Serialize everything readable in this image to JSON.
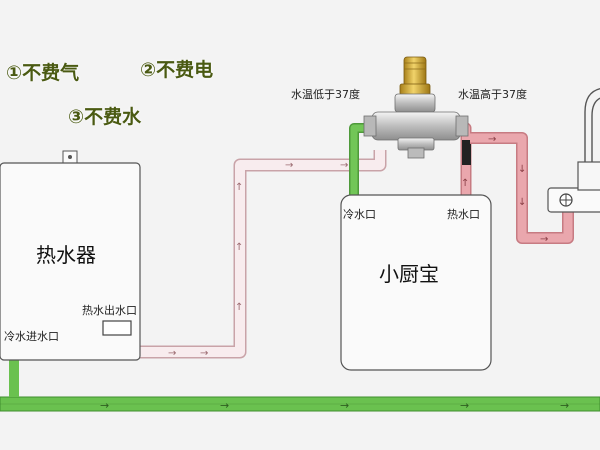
{
  "benefits": [
    "①不费气",
    "②不费电",
    "③不费水"
  ],
  "heater": {
    "title": "热水器",
    "outlet_label": "热水出水口",
    "inlet_label": "冷水进水口"
  },
  "kitchen": {
    "title": "小厨宝",
    "cold_inlet_label": "冷水口",
    "hot_outlet_label": "热水口"
  },
  "valve": {
    "low_label": "水温低于37度",
    "high_label": "水温高于37度"
  },
  "colors": {
    "cold_pipe": "#6ac14f",
    "hot_pipe": "#e8a4a8",
    "heater_return_pipe": "#f5e6e8",
    "valve_brass": "#c9a227",
    "valve_body": "#c8c8c8"
  }
}
